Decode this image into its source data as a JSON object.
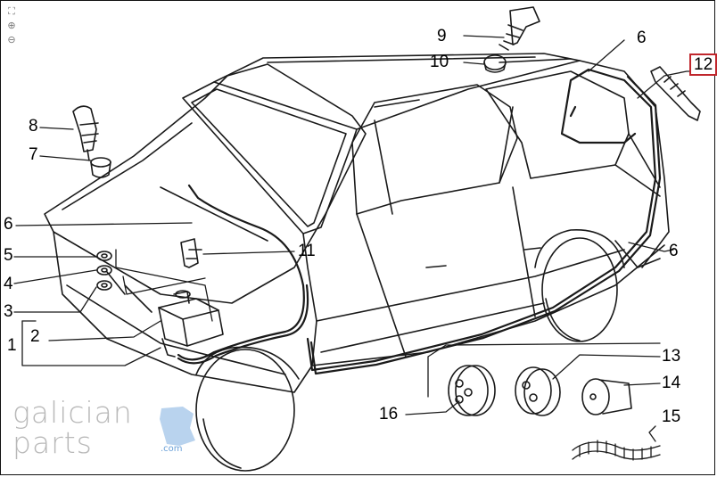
{
  "viewer": {
    "tools": [
      {
        "name": "fit-icon",
        "glyph": "⛶"
      },
      {
        "name": "zoom-in-icon",
        "glyph": "⊕"
      },
      {
        "name": "zoom-out-icon",
        "glyph": "⊖"
      }
    ]
  },
  "callouts": {
    "c1": "1",
    "c2": "2",
    "c3": "3",
    "c4": "4",
    "c5": "5",
    "c6a": "6",
    "c6b": "6",
    "c6c": "6",
    "c7": "7",
    "c8": "8",
    "c9": "9",
    "c10": "10",
    "c11": "11",
    "c12": "12",
    "c13": "13",
    "c14": "14",
    "c15": "15",
    "c16": "16"
  },
  "brand": {
    "line1": "galician",
    "line2": "parts",
    "domain": ".com"
  },
  "colors": {
    "line": "#1a1a1a",
    "highlight_box": "#c0262c",
    "watermark": "#b9b9b9",
    "watermark_accent": "#6aa0d8"
  }
}
